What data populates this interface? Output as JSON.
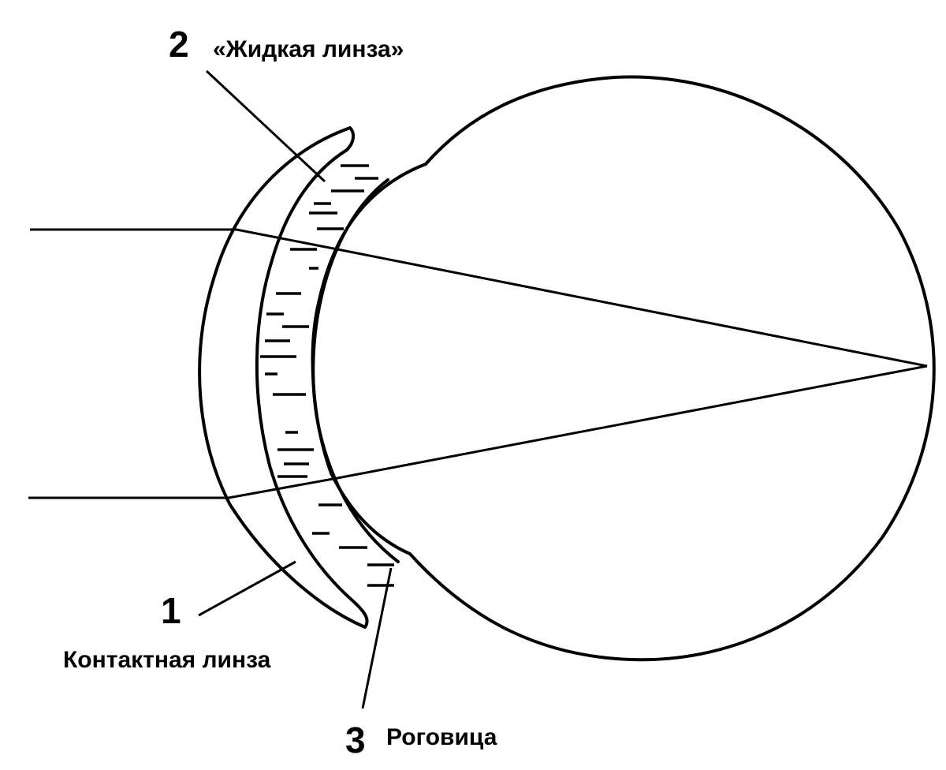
{
  "labels": {
    "liquid_lens": {
      "number": "2",
      "text": "«Жидкая линза»"
    },
    "contact_lens": {
      "number": "1",
      "text": "Контактная линза"
    },
    "cornea": {
      "number": "3",
      "text": "Роговица"
    }
  }
}
